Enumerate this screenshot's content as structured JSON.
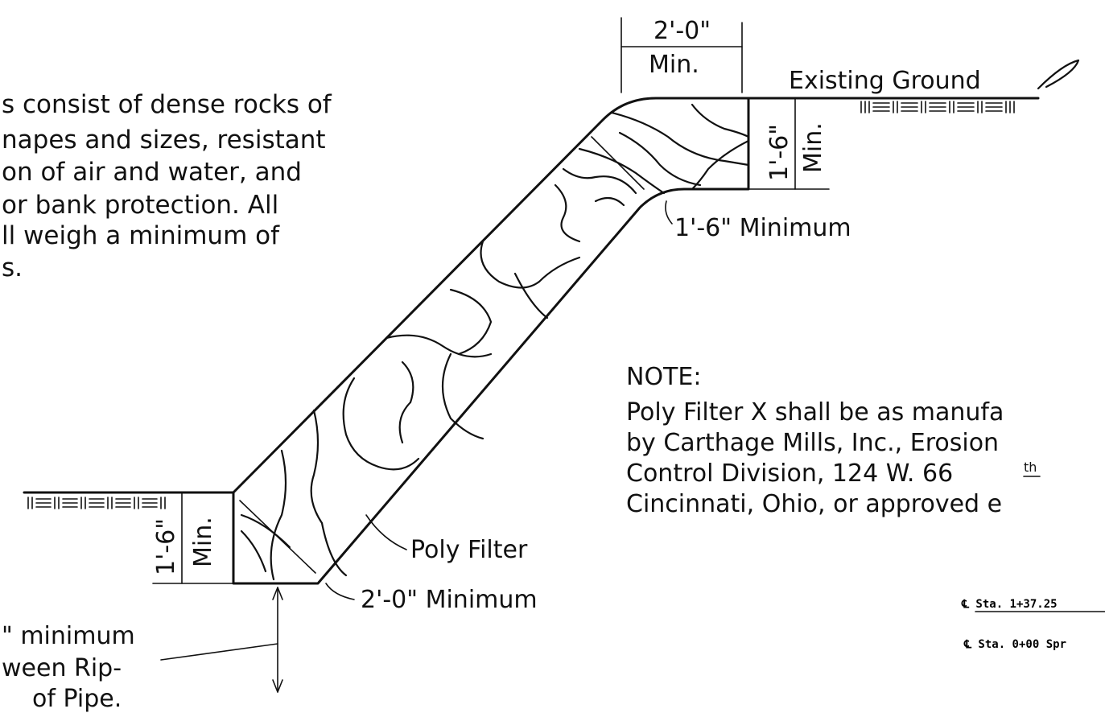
{
  "left_note": {
    "lines": [
      "s consist of dense rocks of",
      "napes and sizes, resistant",
      "on of air and water, and",
      "or bank protection. All",
      "ll weigh a minimum of",
      "s."
    ]
  },
  "dimensions": {
    "top_width": "2'-0\"",
    "top_width_sub": "Min.",
    "top_depth": "1'-6\"",
    "top_depth_sub": "Min.",
    "bottom_depth": "1'-6\"",
    "bottom_depth_sub": "Min."
  },
  "labels": {
    "existing_ground": "Existing Ground",
    "minimum_1_6": "1'-6\" Minimum",
    "poly_filter": "Poly Filter",
    "minimum_2_0": "2'-0\" Minimum"
  },
  "note": {
    "heading": "NOTE:",
    "lines": [
      "Poly Filter X shall be as manufa",
      "by Carthage Mills, Inc., Erosion",
      "Control Division, 124 W. 66",
      "Cincinnati, Ohio, or approved e"
    ],
    "superscript": "th"
  },
  "bottom_left": {
    "lines": [
      "\" minimum",
      "ween Rip-",
      "of Pipe."
    ]
  },
  "stations": {
    "line1": "℄ Sta. 1+37.25",
    "line2": "℄ Sta. 0+00 Spr"
  }
}
